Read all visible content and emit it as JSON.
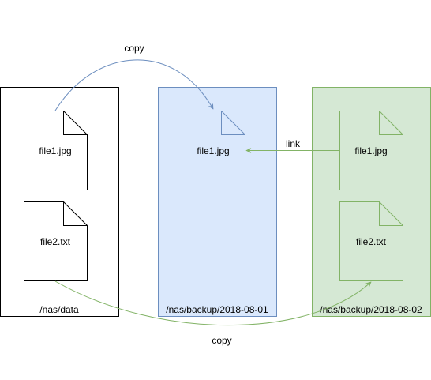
{
  "folders": [
    {
      "path": "/nas/data",
      "fill": "#ffffff",
      "stroke": "#000000",
      "files": [
        "file1.jpg",
        "file2.txt"
      ]
    },
    {
      "path": "/nas/backup/2018-08-01",
      "fill": "#dae8fc",
      "stroke": "#6c8ebf",
      "files": [
        "file1.jpg"
      ]
    },
    {
      "path": "/nas/backup/2018-08-02",
      "fill": "#d5e8d4",
      "stroke": "#82b366",
      "files": [
        "file1.jpg",
        "file2.txt"
      ]
    }
  ],
  "arrows": [
    {
      "label": "copy",
      "color": "#6c8ebf"
    },
    {
      "label": "link",
      "color": "#82b366"
    },
    {
      "label": "copy",
      "color": "#82b366"
    }
  ]
}
